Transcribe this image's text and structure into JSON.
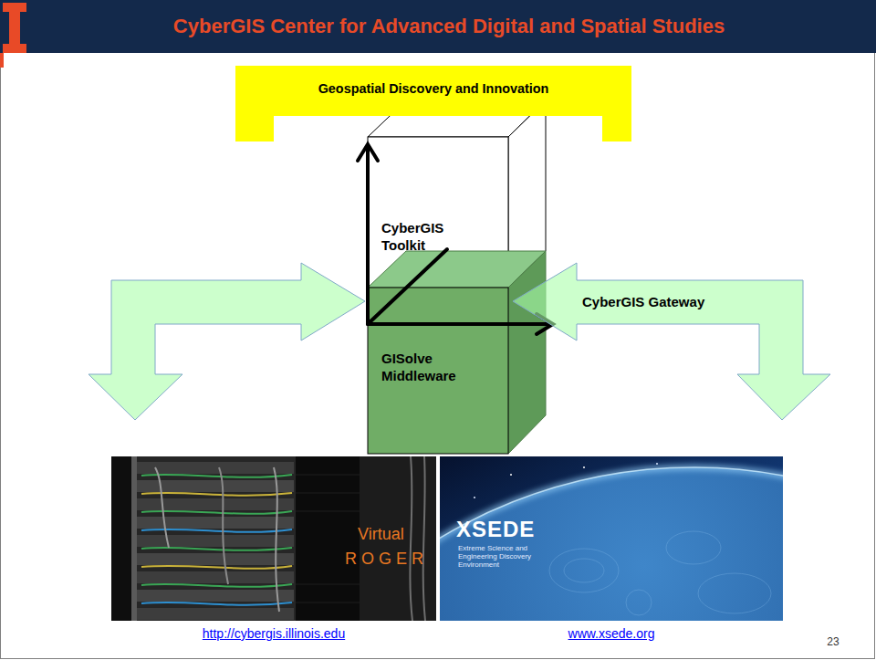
{
  "diagram": {
    "title": "CyberGIS Center for Advanced Digital and Spatial Studies",
    "nodes": [
      {
        "text": [
          "Geospatial Discovery and Innovation"
        ]
      },
      {
        "text": [
          "CyberGIS Toolkit"
        ]
      },
      {
        "text": [
          "GISolve Middleware"
        ]
      },
      {
        "text": [
          "CyberGIS Gateway"
        ]
      }
    ],
    "labels": [
      "Virtual",
      "R O G E R",
      "XSEDE",
      "Extreme Science and Engineering Discovery Environment",
      "http://cybergis.illinois.edu",
      "www.xsede.org",
      "23"
    ]
  }
}
